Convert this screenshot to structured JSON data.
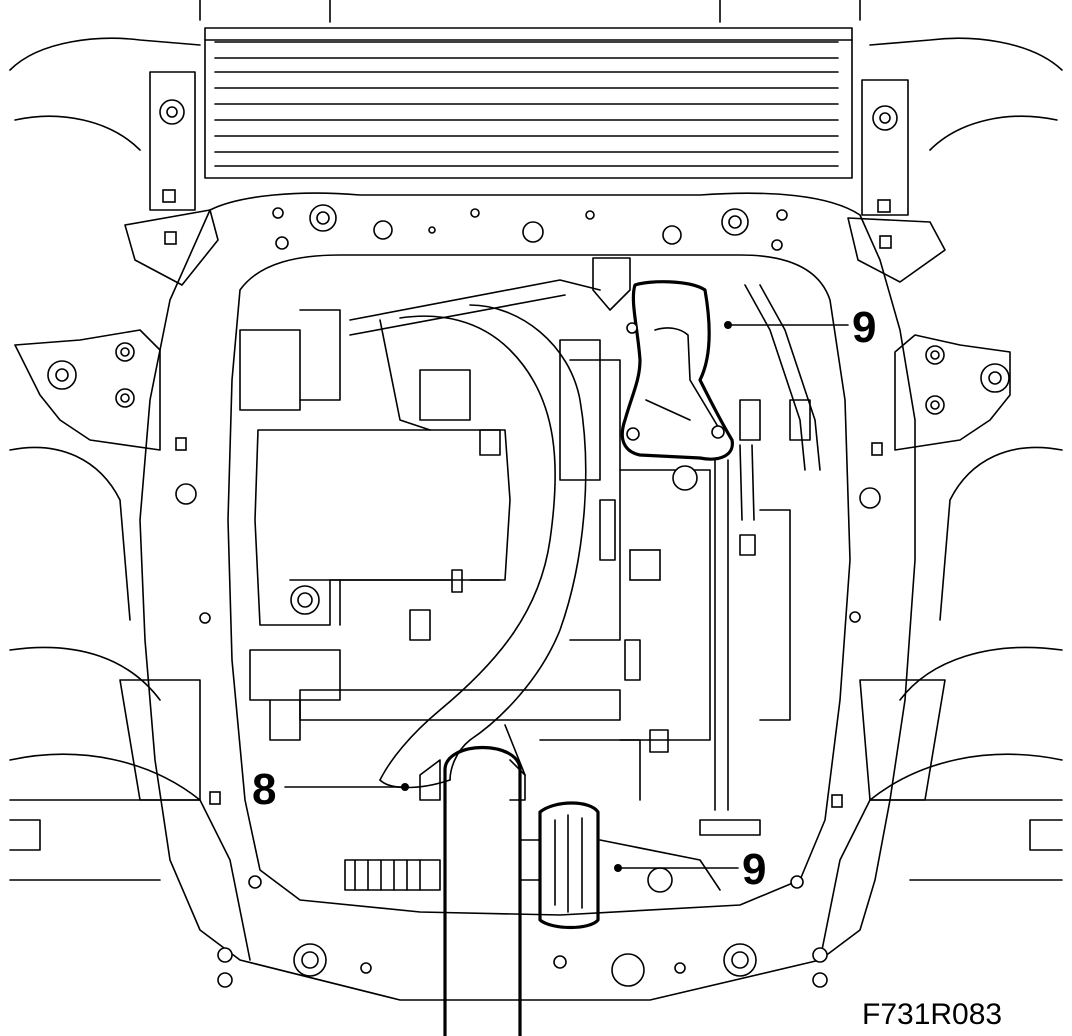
{
  "diagram": {
    "callouts": [
      {
        "id": "9-upper",
        "text": "9"
      },
      {
        "id": "8-left",
        "text": "8"
      },
      {
        "id": "9-lower",
        "text": "9"
      }
    ],
    "figure_code": "F731R083"
  },
  "colors": {
    "line": "#000000",
    "background": "#ffffff"
  }
}
